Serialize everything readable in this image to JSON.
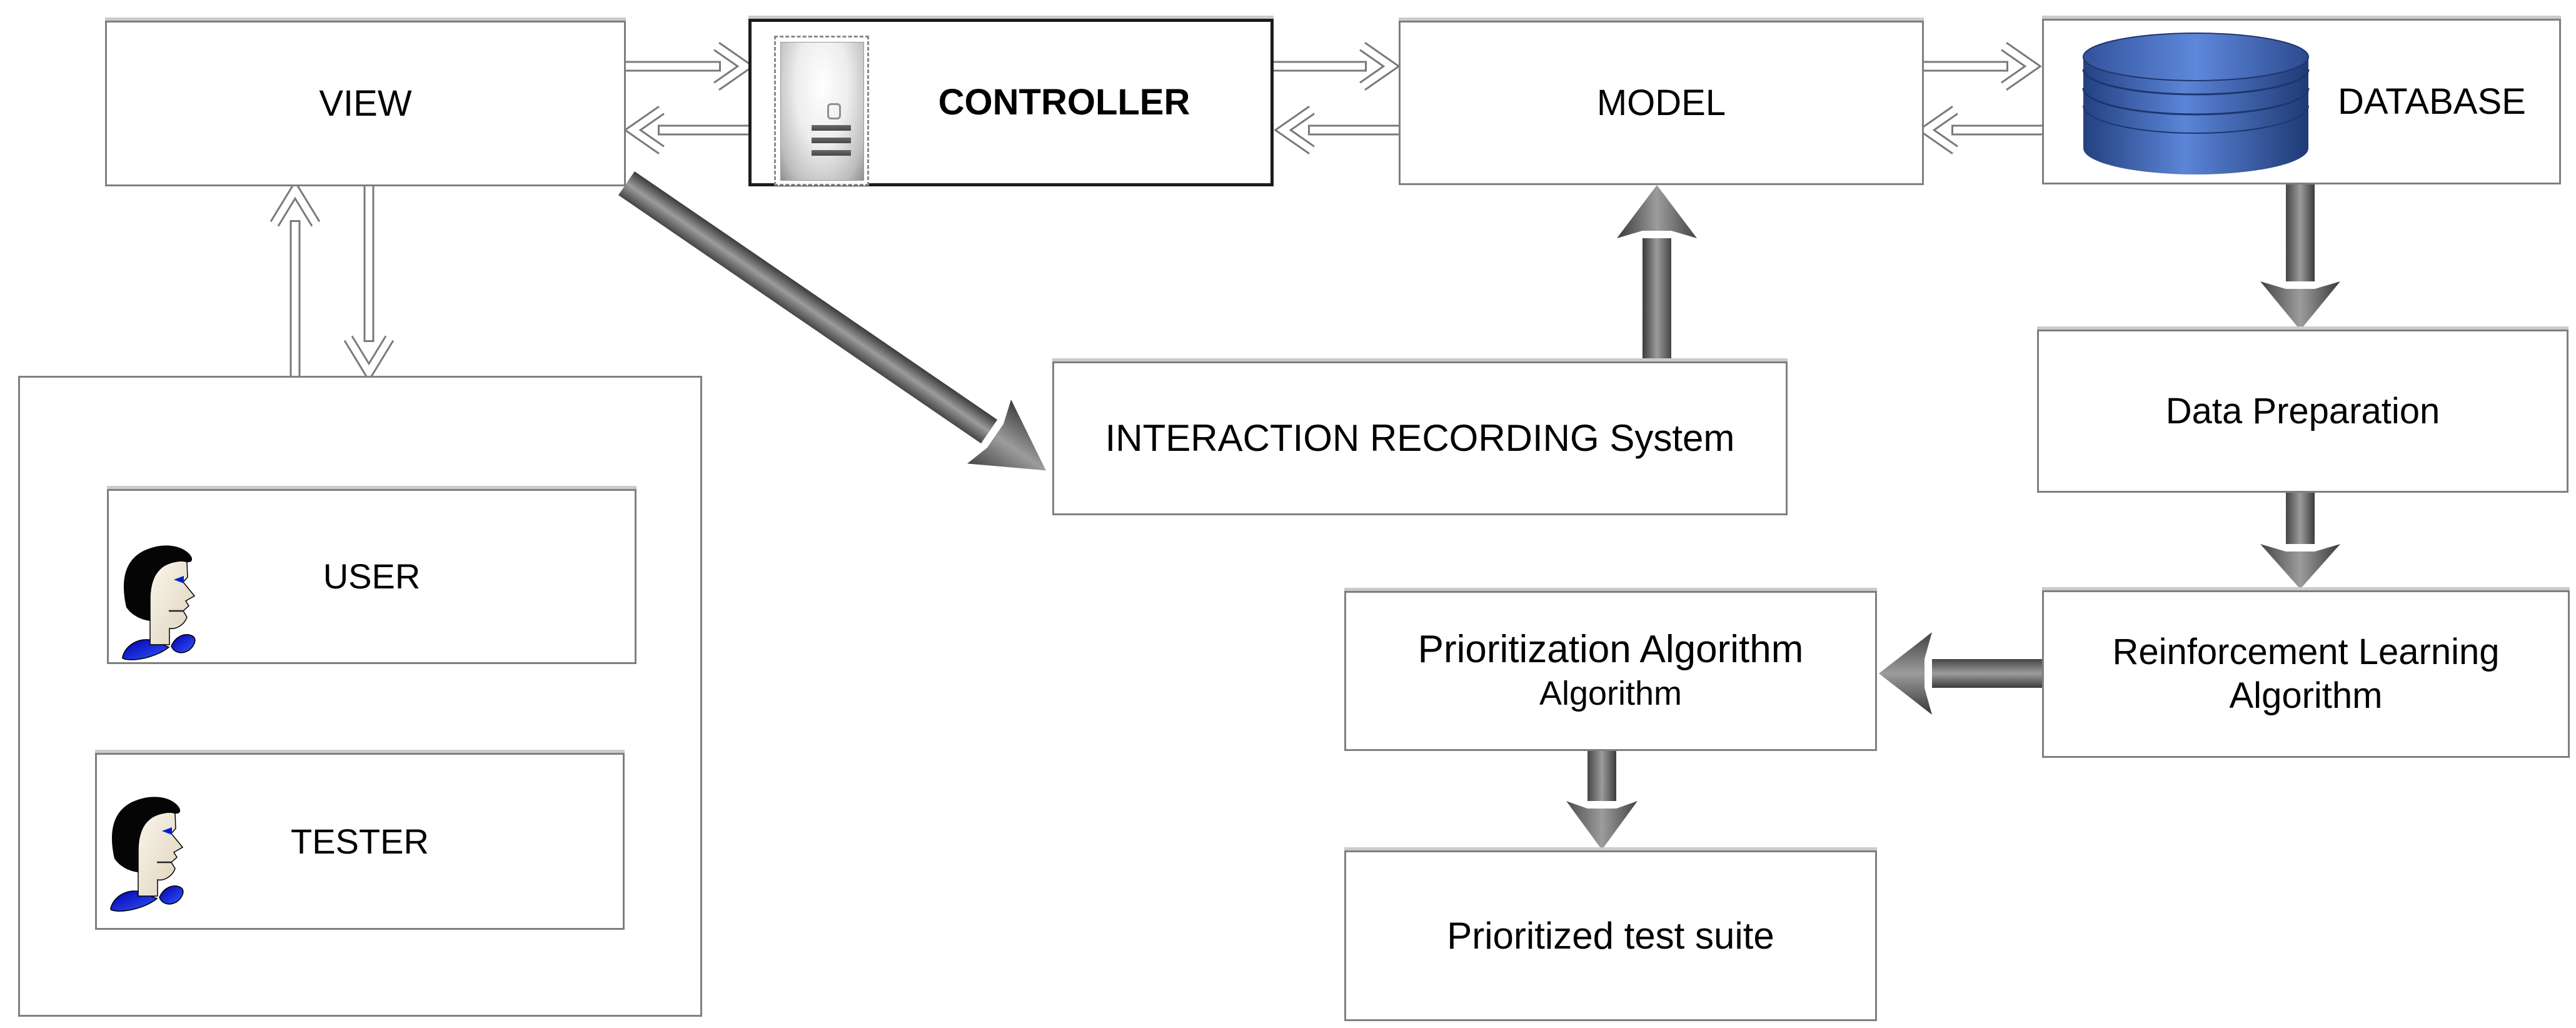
{
  "diagram": {
    "title": "MVC test prioritization architecture diagram",
    "boxes": {
      "view": "VIEW",
      "controller": "CONTROLLER",
      "model": "MODEL",
      "database": "DATABASE",
      "user": "USER",
      "tester": "TESTER",
      "interaction_recording": "INTERACTION RECORDING System",
      "data_preparation": "Data Preparation",
      "reinforcement_line1": "Reinforcement Learning",
      "reinforcement_line2": "Algorithm",
      "prioritization_line1": "Prioritization Algorithm",
      "prioritization_line2": "Algorithm",
      "test_suite": "Prioritized test suite"
    },
    "icons": {
      "controller": "server-tower-icon",
      "database": "database-cylinder-icon",
      "user": "person-face-icon",
      "tester": "person-face-icon"
    },
    "colors": {
      "box_border": "#7f7f7f",
      "controller_border": "#1c1c1c",
      "thick_arrow_dark": "#3b3b3b",
      "thick_arrow_light": "#9c9c9c",
      "outline_arrow_stroke": "#7a7a7a",
      "database_blue": "#4a72c4",
      "database_blue_dark": "#24407e",
      "collar_blue": "#1122dd",
      "face_skin": "#f1ead9",
      "hair_black": "#050505"
    }
  }
}
